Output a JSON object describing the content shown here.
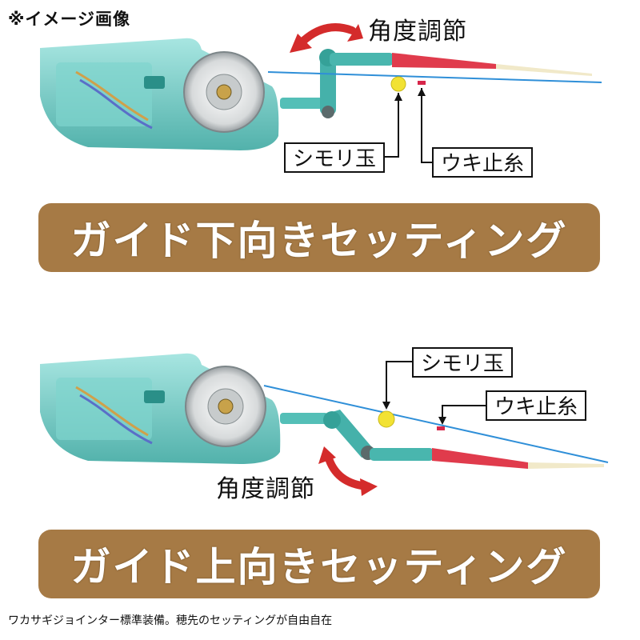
{
  "image_note": "※イメージ画像",
  "panel_top": {
    "angle_label": "角度調節",
    "shimori_label": "シモリ玉",
    "ukitome_label": "ウキ止糸",
    "banner": "ガイド下向きセッティング"
  },
  "panel_bottom": {
    "angle_label": "角度調節",
    "shimori_label": "シモリ玉",
    "ukitome_label": "ウキ止糸",
    "banner": "ガイド上向きセッティング"
  },
  "caption": "ワカサギジョインター標準装備。穂先のセッティングが自由自在",
  "colors": {
    "banner": "#a67a45",
    "body_teal": "#5cc6bf",
    "arrow_red": "#d42b2b",
    "rod_red": "#e03b4c",
    "line_blue": "#2f8fd8",
    "float_yellow": "#f2e233"
  },
  "icons": [
    "reel-illustration",
    "curved-double-arrow-icon",
    "shimori-bead",
    "ukitome-knot"
  ]
}
